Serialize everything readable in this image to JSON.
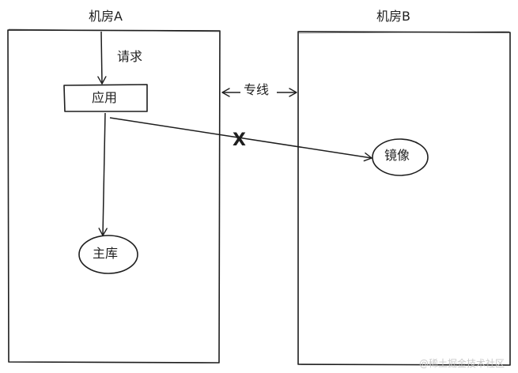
{
  "rooms": {
    "a": {
      "title": "机房A"
    },
    "b": {
      "title": "机房B"
    }
  },
  "labels": {
    "request": "请求",
    "app": "应用",
    "primary_db": "主库",
    "mirror": "镜像",
    "dedicated_line": "专线",
    "blocked_mark": "X"
  },
  "watermark": "@稀土掘金技术社区"
}
